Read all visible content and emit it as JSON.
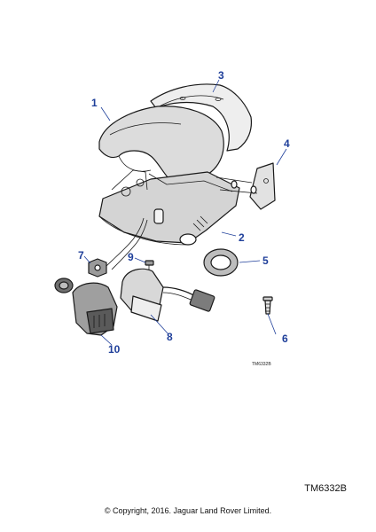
{
  "callouts": [
    {
      "id": "1",
      "text": "1"
    },
    {
      "id": "2",
      "text": "2"
    },
    {
      "id": "3",
      "text": "3"
    },
    {
      "id": "4",
      "text": "4"
    },
    {
      "id": "5",
      "text": "5"
    },
    {
      "id": "6",
      "text": "6"
    },
    {
      "id": "7",
      "text": "7"
    },
    {
      "id": "8",
      "text": "8"
    },
    {
      "id": "9",
      "text": "9"
    },
    {
      "id": "10",
      "text": "10"
    }
  ],
  "small_reference": "TM6332B",
  "large_reference": "TM6332B",
  "copyright": "© Copyright, 2016. Jaguar Land Rover Limited."
}
